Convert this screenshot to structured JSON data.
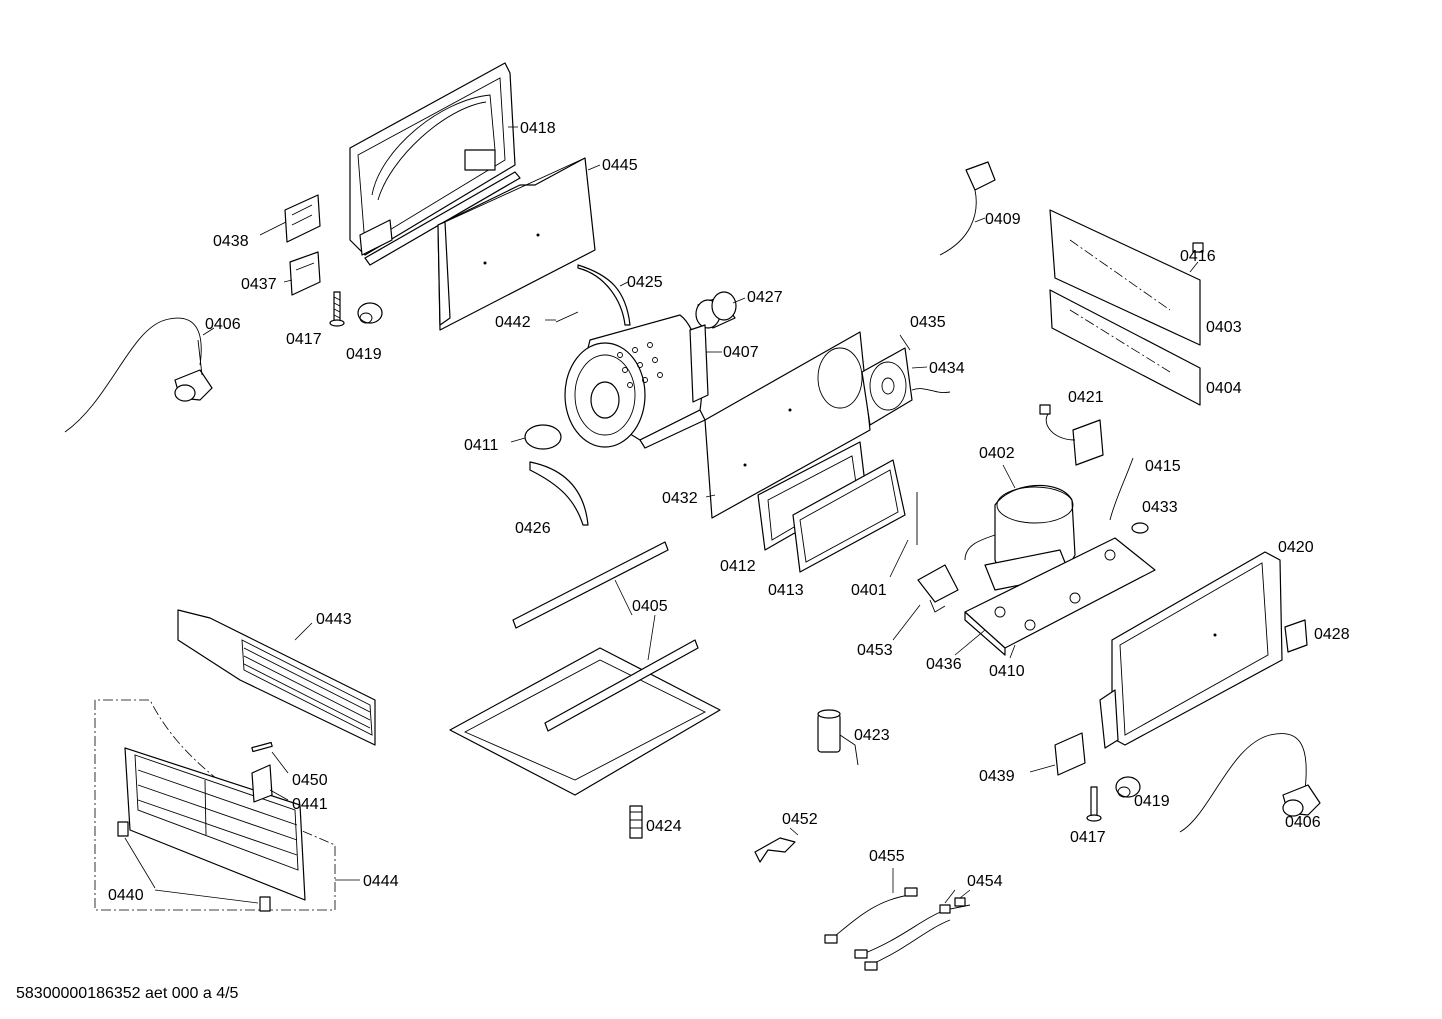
{
  "diagram": {
    "labels": {
      "p0418": "0418",
      "p0445": "0445",
      "p0438": "0438",
      "p0437": "0437",
      "p0417a": "0417",
      "p0419a": "0419",
      "p0406a": "0406",
      "p0442": "0442",
      "p0425": "0425",
      "p0427": "0427",
      "p0407": "0407",
      "p0411": "0411",
      "p0426": "0426",
      "p0409": "0409",
      "p0416": "0416",
      "p0403": "0403",
      "p0404": "0404",
      "p0435": "0435",
      "p0434": "0434",
      "p0421": "0421",
      "p0402": "0402",
      "p0415": "0415",
      "p0433": "0433",
      "p0432": "0432",
      "p0412": "0412",
      "p0413": "0413",
      "p0401": "0401",
      "p0420": "0420",
      "p0453": "0453",
      "p0436": "0436",
      "p0410": "0410",
      "p0428": "0428",
      "p0405": "0405",
      "p0443": "0443",
      "p0423": "0423",
      "p0439": "0439",
      "p0419b": "0419",
      "p0417b": "0417",
      "p0406b": "0406",
      "p0450": "0450",
      "p0441": "0441",
      "p0444": "0444",
      "p0440": "0440",
      "p0424": "0424",
      "p0452": "0452",
      "p0455": "0455",
      "p0454": "0454"
    },
    "footer": "58300000186352 aet 000 a 4/5"
  }
}
